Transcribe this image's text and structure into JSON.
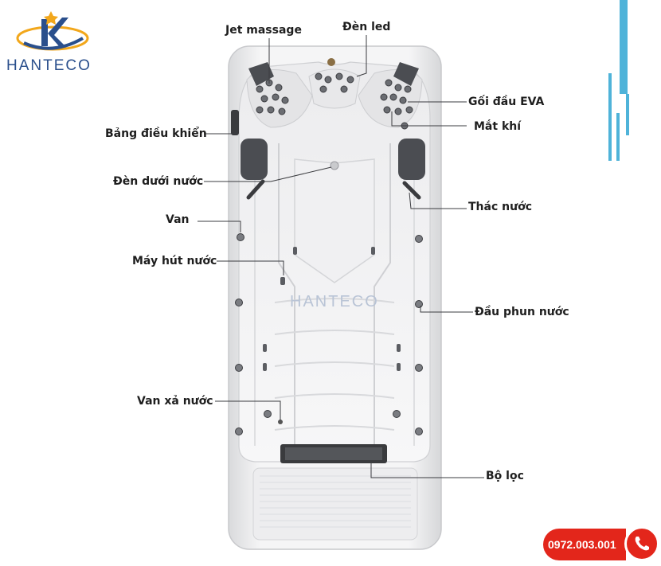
{
  "brand": {
    "name": "HANTECO",
    "watermark": "HANTECO",
    "primary_color": "#2a4f8c",
    "accent_color": "#f2a71b"
  },
  "diagram": {
    "labels": [
      {
        "id": "jet-massage",
        "text": "Jet massage"
      },
      {
        "id": "den-led",
        "text": "Đèn led"
      },
      {
        "id": "goi-dau-eva",
        "text": "Gối đầu EVA"
      },
      {
        "id": "mat-khi",
        "text": "Mắt khí"
      },
      {
        "id": "bang-dieu-khien",
        "text": "Bảng điều khiển"
      },
      {
        "id": "den-duoi-nuoc",
        "text": "Đèn dưới nước"
      },
      {
        "id": "thac-nuoc",
        "text": "Thác nước"
      },
      {
        "id": "van",
        "text": "Van"
      },
      {
        "id": "may-hut-nuoc",
        "text": "Máy hút nước"
      },
      {
        "id": "dau-phun-nuoc",
        "text": "Đầu phun nước"
      },
      {
        "id": "van-xa-nuoc",
        "text": "Van xả nước"
      },
      {
        "id": "bo-loc",
        "text": "Bộ lọc"
      }
    ]
  },
  "contact": {
    "phone": "0972.003.001",
    "badge_color": "#e3261b"
  },
  "decor": {
    "stripe_color": "#4fb3d9"
  }
}
